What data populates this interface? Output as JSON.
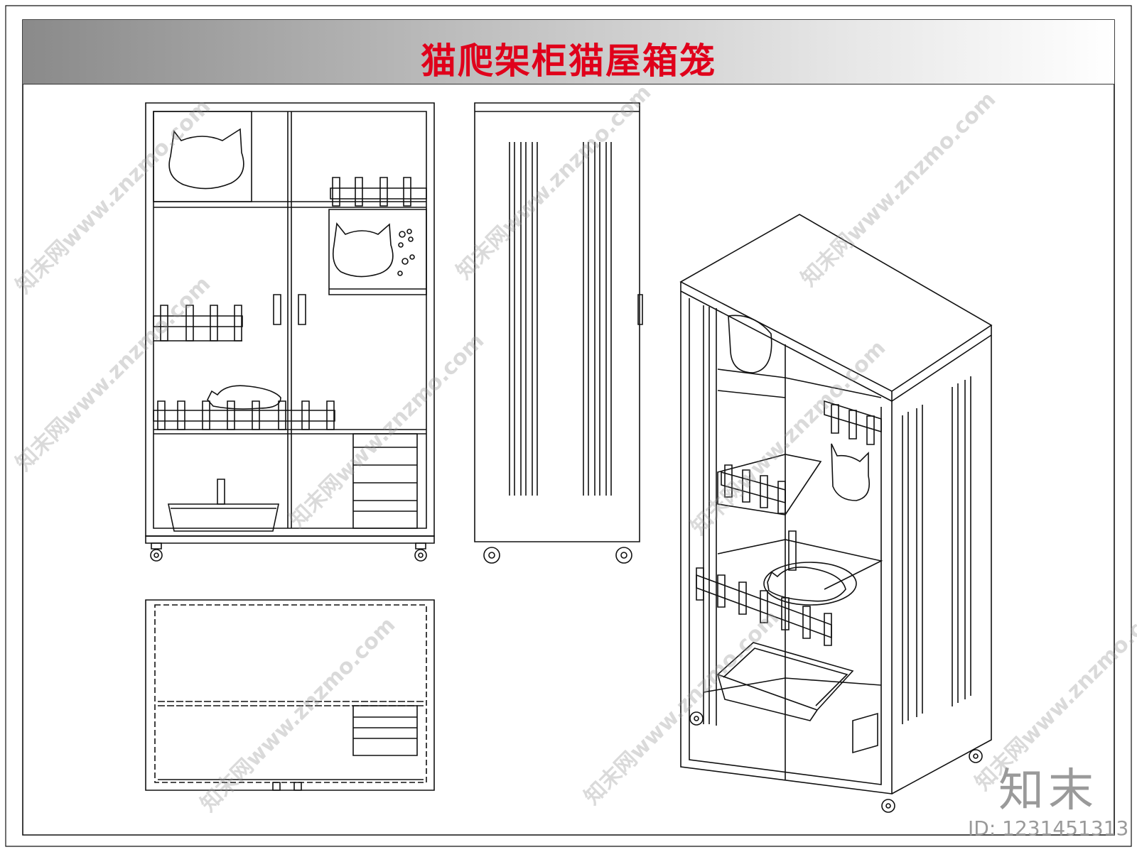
{
  "title": "猫爬架柜猫屋箱笼",
  "watermark_text": "知末网www.znzmo.com",
  "logo": "知末",
  "image_id": "ID: 1231451313",
  "colors": {
    "title": "#e0001b",
    "line": "#111111",
    "watermark": "#999999"
  },
  "icons": [
    "cat-head-icon",
    "paw-print-icon",
    "caster-wheel-icon",
    "sleeping-cat-icon",
    "litter-box-icon"
  ]
}
